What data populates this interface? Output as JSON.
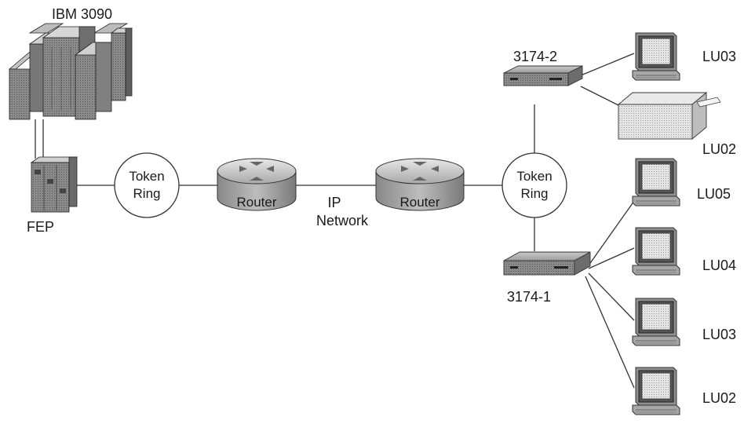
{
  "mainframe": {
    "label": "IBM 3090",
    "icon": "mainframe-icon"
  },
  "fep": {
    "label": "FEP",
    "icon": "fep-icon"
  },
  "token_ring_left": {
    "line1": "Token",
    "line2": "Ring"
  },
  "token_ring_right": {
    "line1": "Token",
    "line2": "Ring"
  },
  "router_left": {
    "label": "Router",
    "icon": "router-icon"
  },
  "router_right": {
    "label": "Router",
    "icon": "router-icon"
  },
  "ip_network": {
    "line1": "IP",
    "line2": "Network"
  },
  "controller_top": {
    "label": "3174-2",
    "icon": "cluster-controller-icon"
  },
  "controller_bottom": {
    "label": "3174-1",
    "icon": "cluster-controller-icon"
  },
  "top_terminal": {
    "label": "LU03",
    "icon": "terminal-icon"
  },
  "printer": {
    "label": "LU02",
    "icon": "printer-icon"
  },
  "terminals": [
    {
      "label": "LU05"
    },
    {
      "label": "LU04"
    },
    {
      "label": "LU03"
    },
    {
      "label": "LU02"
    }
  ],
  "colors": {
    "line": "#333333",
    "device_gray": "#9a9a9a",
    "screen": "#d8d8d8"
  }
}
